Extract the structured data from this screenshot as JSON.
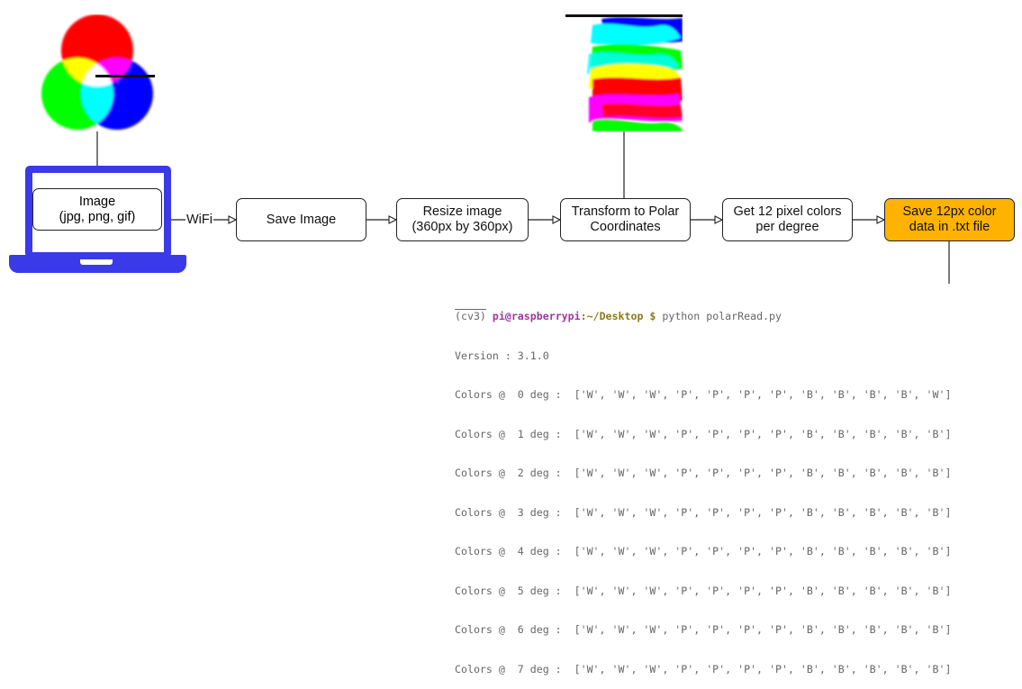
{
  "diagram": {
    "laptop": {
      "label": "Image\n(jpg, png, gif)",
      "screen_color": "#3a3ae8"
    },
    "connection_label": "WiFi",
    "steps": [
      {
        "label": "Save Image"
      },
      {
        "label": "Resize image\n(360px by 360px)"
      },
      {
        "label": "Transform to Polar\nCoordinates"
      },
      {
        "label": "Get 12 pixel colors\nper degree"
      },
      {
        "label": "Save 12px color\ndata in .txt file",
        "highlight_color": "#ffb300"
      }
    ],
    "color_wheel_image": {
      "description_colors": [
        "#ff0000",
        "#00ff00",
        "#0000ff",
        "#ffff00",
        "#ff00ff",
        "#00ffff",
        "#ffffff"
      ]
    },
    "polar_image": {
      "band_colors": [
        "#00ffff",
        "#0000ff",
        "#ffff00",
        "#ff0000",
        "#ff00ff",
        "#00ff00"
      ]
    }
  },
  "terminal": {
    "prompt_env": "(cv3)",
    "prompt_user": "pi@raspberrypi",
    "prompt_path": ":~/Desktop $",
    "command": " python polarRead.py",
    "version_line": "Version : 3.1.0",
    "rows": [
      "Colors @  0 deg :  ['W', 'W', 'W', 'P', 'P', 'P', 'P', 'B', 'B', 'B', 'B', 'W']",
      "Colors @  1 deg :  ['W', 'W', 'W', 'P', 'P', 'P', 'P', 'B', 'B', 'B', 'B', 'B']",
      "Colors @  2 deg :  ['W', 'W', 'W', 'P', 'P', 'P', 'P', 'B', 'B', 'B', 'B', 'B']",
      "Colors @  3 deg :  ['W', 'W', 'W', 'P', 'P', 'P', 'P', 'B', 'B', 'B', 'B', 'B']",
      "Colors @  4 deg :  ['W', 'W', 'W', 'P', 'P', 'P', 'P', 'B', 'B', 'B', 'B', 'B']",
      "Colors @  5 deg :  ['W', 'W', 'W', 'P', 'P', 'P', 'P', 'B', 'B', 'B', 'B', 'B']",
      "Colors @  6 deg :  ['W', 'W', 'W', 'P', 'P', 'P', 'P', 'B', 'B', 'B', 'B', 'B']",
      "Colors @  7 deg :  ['W', 'W', 'W', 'P', 'P', 'P', 'P', 'B', 'B', 'B', 'B', 'B']"
    ]
  }
}
